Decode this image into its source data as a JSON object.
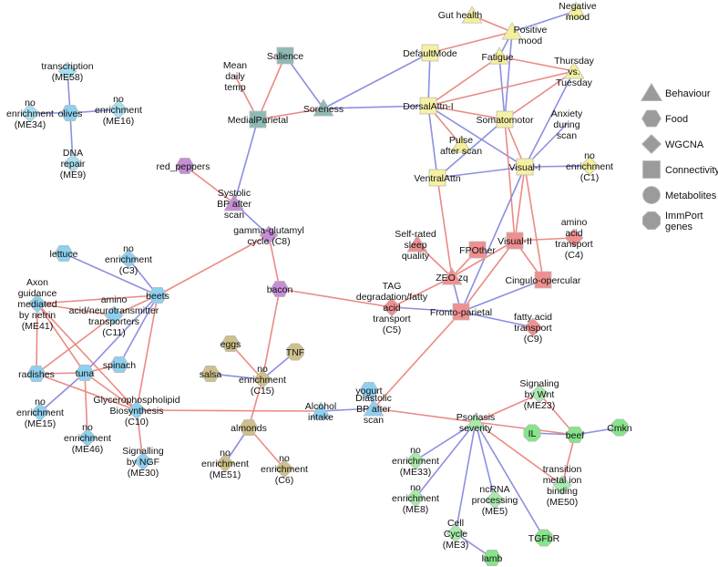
{
  "colors": {
    "positive_edge": "#eb8a84",
    "negative_edge": "#8c8fe0",
    "behaviour": "#f3ef9c",
    "connectivity": "#f6f0a4",
    "connectivity_blue": "#8fb9b5",
    "connectivity_red": "#ef8f8f",
    "food_purple": "#c58ed6",
    "food_blue": "#8ed0ef",
    "food_tan": "#cdc08a",
    "food_green": "#86e48a",
    "wgcna_blue": "#a9dff0",
    "wgcna_green": "#a9e9ac",
    "legend_grey": "#9b9b9b"
  },
  "legend": [
    {
      "shape": "triangle",
      "label": "Behaviour"
    },
    {
      "shape": "hexagon",
      "label": "Food"
    },
    {
      "shape": "diamond",
      "label": "WGCNA"
    },
    {
      "shape": "square",
      "label": "Connectivity"
    },
    {
      "shape": "circle",
      "label": "Metabolites"
    },
    {
      "shape": "octagon",
      "label": "ImmPort\ngenes"
    }
  ],
  "nodes": [
    {
      "id": "gut",
      "shape": "triangle",
      "color": "behaviour",
      "label": "Gut health"
    },
    {
      "id": "negmood",
      "shape": "triangle",
      "color": "behaviour",
      "label": "Negative\nmood"
    },
    {
      "id": "posmood",
      "shape": "triangle",
      "color": "behaviour",
      "label": "Positive\nmood"
    },
    {
      "id": "defaultmode",
      "shape": "square",
      "color": "connectivity",
      "label": "DefaultMode"
    },
    {
      "id": "fatigue",
      "shape": "triangle",
      "color": "behaviour",
      "label": "Fatigue"
    },
    {
      "id": "thursday",
      "shape": "triangle",
      "color": "behaviour",
      "label": "Thursday\nvs.\nTuesday"
    },
    {
      "id": "salience",
      "shape": "square",
      "color": "connectivity_blue",
      "label": "Salience"
    },
    {
      "id": "meandaily",
      "shape": "none",
      "color": "behaviour",
      "label": "Mean\ndaily\ntemp"
    },
    {
      "id": "medialparietal",
      "shape": "square",
      "color": "connectivity_blue",
      "label": "MedialParietal"
    },
    {
      "id": "soreness",
      "shape": "triangle",
      "color": "connectivity_blue",
      "label": "Soreness"
    },
    {
      "id": "dorsalattn",
      "shape": "square",
      "color": "connectivity",
      "label": "DorsalAttn-I"
    },
    {
      "id": "somatomotor",
      "shape": "square",
      "color": "connectivity",
      "label": "Somatomotor"
    },
    {
      "id": "anxiety",
      "shape": "none",
      "color": "behaviour",
      "label": "Anxiety\nduring\nscan"
    },
    {
      "id": "pulse",
      "shape": "triangle",
      "color": "behaviour",
      "label": "Pulse\nafter scan"
    },
    {
      "id": "ventralattn",
      "shape": "square",
      "color": "connectivity",
      "label": "VentralAttn"
    },
    {
      "id": "visuali",
      "shape": "square",
      "color": "connectivity",
      "label": "Visual-I"
    },
    {
      "id": "noenrC1",
      "shape": "diamond",
      "color": "behaviour",
      "label": "no\nenrichment\n(C1)"
    },
    {
      "id": "transcription",
      "shape": "diamond",
      "color": "wgcna_blue",
      "label": "transcription\n(ME58)"
    },
    {
      "id": "olives",
      "shape": "hexagon",
      "color": "food_blue",
      "label": "olives"
    },
    {
      "id": "noenrME34",
      "shape": "diamond",
      "color": "wgcna_blue",
      "label": "no\nenrichment\n(ME34)"
    },
    {
      "id": "noenrME16",
      "shape": "diamond",
      "color": "wgcna_blue",
      "label": "no\nenrichment\n(ME16)"
    },
    {
      "id": "dnarepair",
      "shape": "diamond",
      "color": "wgcna_blue",
      "label": "DNA\nrepair\n(ME9)"
    },
    {
      "id": "redpeppers",
      "shape": "hexagon",
      "color": "food_purple",
      "label": "red_peppers"
    },
    {
      "id": "systolic",
      "shape": "triangle",
      "color": "food_purple",
      "label": "Systolic\nBP after\nscan"
    },
    {
      "id": "gammaglut",
      "shape": "diamond",
      "color": "food_purple",
      "label": "gamma-glutamyl\ncycle (C8)"
    },
    {
      "id": "selfrated",
      "shape": "triangle",
      "color": "connectivity_red",
      "label": "Self-rated\nsleep\nquality"
    },
    {
      "id": "fpother",
      "shape": "square",
      "color": "connectivity_red",
      "label": "FPOther"
    },
    {
      "id": "visualii",
      "shape": "square",
      "color": "connectivity_red",
      "label": "Visual-II"
    },
    {
      "id": "aminoC4",
      "shape": "diamond",
      "color": "connectivity_red",
      "label": "amino\nacid\ntransport\n(C4)"
    },
    {
      "id": "zeo",
      "shape": "triangle",
      "color": "connectivity_red",
      "label": "ZEO zq"
    },
    {
      "id": "cingulo",
      "shape": "square",
      "color": "connectivity_red",
      "label": "Cingulo-opercular"
    },
    {
      "id": "lettuce",
      "shape": "hexagon",
      "color": "food_blue",
      "label": "lettuce"
    },
    {
      "id": "noenrC3",
      "shape": "diamond",
      "color": "food_blue",
      "label": "no\nenrichment\n(C3)"
    },
    {
      "id": "beets",
      "shape": "hexagon",
      "color": "food_blue",
      "label": "beets"
    },
    {
      "id": "axon",
      "shape": "diamond",
      "color": "food_blue",
      "label": "Axon\nguidance\nmediated\nby netrin\n(ME41)"
    },
    {
      "id": "aminoC11",
      "shape": "diamond",
      "color": "food_blue",
      "label": "amino\nacid/neurotransmitter\ntransporters\n(C11)"
    },
    {
      "id": "bacon",
      "shape": "hexagon",
      "color": "food_purple",
      "label": "bacon"
    },
    {
      "id": "tag",
      "shape": "diamond",
      "color": "connectivity_red",
      "label": "TAG\ndegradation/fatty\nacid\ntransport\n(C5)"
    },
    {
      "id": "frontoparietal",
      "shape": "square",
      "color": "connectivity_red",
      "label": "Fronto-parietal"
    },
    {
      "id": "fattyC9",
      "shape": "diamond",
      "color": "connectivity_red",
      "label": "fatty acid\ntransport\n(C9)"
    },
    {
      "id": "eggs",
      "shape": "hexagon",
      "color": "food_tan",
      "label": "eggs"
    },
    {
      "id": "tnf",
      "shape": "octagon",
      "color": "food_tan",
      "label": "TNF"
    },
    {
      "id": "salsa",
      "shape": "hexagon",
      "color": "food_tan",
      "label": "salsa"
    },
    {
      "id": "noenrC15",
      "shape": "diamond",
      "color": "food_tan",
      "label": "no\nenrichment\n(C15)"
    },
    {
      "id": "spinach",
      "shape": "hexagon",
      "color": "food_blue",
      "label": "spinach"
    },
    {
      "id": "radishes",
      "shape": "hexagon",
      "color": "food_blue",
      "label": "radishes"
    },
    {
      "id": "tuna",
      "shape": "hexagon",
      "color": "food_blue",
      "label": "tuna"
    },
    {
      "id": "yogurt",
      "shape": "hexagon",
      "color": "food_blue",
      "label": "yogurt"
    },
    {
      "id": "noenrME15",
      "shape": "diamond",
      "color": "food_blue",
      "label": "no\nenrichment\n(ME15)"
    },
    {
      "id": "glycero",
      "shape": "diamond",
      "color": "food_blue",
      "label": "Glycerophospholipid\nBiosynthesis\n(C10)"
    },
    {
      "id": "alcohol",
      "shape": "triangle",
      "color": "food_blue",
      "label": "Alcohol\nintake"
    },
    {
      "id": "diastolic",
      "shape": "triangle",
      "color": "food_blue",
      "label": "Diastolic\nBP after\nscan"
    },
    {
      "id": "noenrME46",
      "shape": "diamond",
      "color": "food_blue",
      "label": "no\nenrichment\n(ME46)"
    },
    {
      "id": "almonds",
      "shape": "hexagon",
      "color": "food_tan",
      "label": "almonds"
    },
    {
      "id": "signalNGF",
      "shape": "diamond",
      "color": "food_blue",
      "label": "Signalling\nby NGF\n(ME30)"
    },
    {
      "id": "noenrME51",
      "shape": "diamond",
      "color": "food_tan",
      "label": "no\nenrichment\n(ME51)"
    },
    {
      "id": "noenrC6",
      "shape": "diamond",
      "color": "food_tan",
      "label": "no\nenrichment\n(C6)"
    },
    {
      "id": "wnt",
      "shape": "diamond",
      "color": "wgcna_green",
      "label": "Signaling\nby Wnt\n(ME23)"
    },
    {
      "id": "psoriasis",
      "shape": "triangle",
      "color": "wgcna_green",
      "label": "Psoriasis\nseverity"
    },
    {
      "id": "il",
      "shape": "octagon",
      "color": "food_green",
      "label": "IL"
    },
    {
      "id": "beef",
      "shape": "hexagon",
      "color": "food_green",
      "label": "beef"
    },
    {
      "id": "cmkn",
      "shape": "octagon",
      "color": "food_green",
      "label": "Cmkn"
    },
    {
      "id": "noenrME33",
      "shape": "diamond",
      "color": "wgcna_green",
      "label": "no\nenrichment\n(ME33)"
    },
    {
      "id": "transition",
      "shape": "diamond",
      "color": "wgcna_green",
      "label": "transition\nmetal ion\nbinding\n(ME50)"
    },
    {
      "id": "noenrME8",
      "shape": "diamond",
      "color": "wgcna_green",
      "label": "no\nenrichment\n(ME8)"
    },
    {
      "id": "ncrna",
      "shape": "diamond",
      "color": "wgcna_green",
      "label": "ncRNA\nprocessing\n(ME5)"
    },
    {
      "id": "cellcycle",
      "shape": "diamond",
      "color": "wgcna_green",
      "label": "Cell\nCycle\n(ME3)"
    },
    {
      "id": "tgfbr",
      "shape": "octagon",
      "color": "food_green",
      "label": "TGFbR"
    },
    {
      "id": "lamb",
      "shape": "hexagon",
      "color": "food_green",
      "label": "lamb"
    }
  ],
  "edges": [
    {
      "a": "gut",
      "b": "posmood",
      "sign": "pos"
    },
    {
      "a": "negmood",
      "b": "posmood",
      "sign": "neg"
    },
    {
      "a": "posmood",
      "b": "defaultmode",
      "sign": "pos"
    },
    {
      "a": "posmood",
      "b": "fatigue",
      "sign": "neg"
    },
    {
      "a": "posmood",
      "b": "somatomotor",
      "sign": "neg"
    },
    {
      "a": "defaultmode",
      "b": "dorsalattn",
      "sign": "neg"
    },
    {
      "a": "defaultmode",
      "b": "soreness",
      "sign": "neg"
    },
    {
      "a": "fatigue",
      "b": "dorsalattn",
      "sign": "pos"
    },
    {
      "a": "fatigue",
      "b": "somatomotor",
      "sign": "neg"
    },
    {
      "a": "fatigue",
      "b": "thursday",
      "sign": "pos"
    },
    {
      "a": "thursday",
      "b": "dorsalattn",
      "sign": "pos"
    },
    {
      "a": "thursday",
      "b": "somatomotor",
      "sign": "pos"
    },
    {
      "a": "thursday",
      "b": "visuali",
      "sign": "neg"
    },
    {
      "a": "salience",
      "b": "medialparietal",
      "sign": "pos"
    },
    {
      "a": "salience",
      "b": "soreness",
      "sign": "neg"
    },
    {
      "a": "meandaily",
      "b": "medialparietal",
      "sign": "pos"
    },
    {
      "a": "medialparietal",
      "b": "soreness",
      "sign": "pos"
    },
    {
      "a": "medialparietal",
      "b": "systolic",
      "sign": "neg"
    },
    {
      "a": "soreness",
      "b": "dorsalattn",
      "sign": "neg"
    },
    {
      "a": "dorsalattn",
      "b": "somatomotor",
      "sign": "pos"
    },
    {
      "a": "dorsalattn",
      "b": "pulse",
      "sign": "pos"
    },
    {
      "a": "dorsalattn",
      "b": "ventralattn",
      "sign": "neg"
    },
    {
      "a": "dorsalattn",
      "b": "visuali",
      "sign": "neg"
    },
    {
      "a": "somatomotor",
      "b": "visuali",
      "sign": "pos"
    },
    {
      "a": "somatomotor",
      "b": "visualii",
      "sign": "pos"
    },
    {
      "a": "somatomotor",
      "b": "ventralattn",
      "sign": "neg"
    },
    {
      "a": "anxiety",
      "b": "visuali",
      "sign": "neg"
    },
    {
      "a": "ventralattn",
      "b": "visuali",
      "sign": "neg"
    },
    {
      "a": "ventralattn",
      "b": "zeo",
      "sign": "pos"
    },
    {
      "a": "visuali",
      "b": "noenrC1",
      "sign": "neg"
    },
    {
      "a": "visuali",
      "b": "visualii",
      "sign": "pos"
    },
    {
      "a": "visuali",
      "b": "cingulo",
      "sign": "pos"
    },
    {
      "a": "visuali",
      "b": "frontoparietal",
      "sign": "neg"
    },
    {
      "a": "transcription",
      "b": "olives",
      "sign": "neg"
    },
    {
      "a": "noenrME34",
      "b": "olives",
      "sign": "neg"
    },
    {
      "a": "noenrME16",
      "b": "olives",
      "sign": "neg"
    },
    {
      "a": "dnarepair",
      "b": "olives",
      "sign": "neg"
    },
    {
      "a": "redpeppers",
      "b": "systolic",
      "sign": "pos"
    },
    {
      "a": "systolic",
      "b": "gammaglut",
      "sign": "neg"
    },
    {
      "a": "gammaglut",
      "b": "beets",
      "sign": "pos"
    },
    {
      "a": "gammaglut",
      "b": "bacon",
      "sign": "pos"
    },
    {
      "a": "selfrated",
      "b": "zeo",
      "sign": "pos"
    },
    {
      "a": "fpother",
      "b": "zeo",
      "sign": "pos"
    },
    {
      "a": "visualii",
      "b": "aminoC4",
      "sign": "pos"
    },
    {
      "a": "visualii",
      "b": "cingulo",
      "sign": "pos"
    },
    {
      "a": "visualii",
      "b": "frontoparietal",
      "sign": "pos"
    },
    {
      "a": "visualii",
      "b": "zeo",
      "sign": "pos"
    },
    {
      "a": "zeo",
      "b": "tag",
      "sign": "pos"
    },
    {
      "a": "zeo",
      "b": "frontoparietal",
      "sign": "neg"
    },
    {
      "a": "cingulo",
      "b": "frontoparietal",
      "sign": "neg"
    },
    {
      "a": "lettuce",
      "b": "beets",
      "sign": "neg"
    },
    {
      "a": "noenrC3",
      "b": "beets",
      "sign": "neg"
    },
    {
      "a": "axon",
      "b": "beets",
      "sign": "pos"
    },
    {
      "a": "axon",
      "b": "aminoC11",
      "sign": "pos"
    },
    {
      "a": "axon",
      "b": "radishes",
      "sign": "pos"
    },
    {
      "a": "axon",
      "b": "tuna",
      "sign": "pos"
    },
    {
      "a": "axon",
      "b": "glycero",
      "sign": "pos"
    },
    {
      "a": "aminoC11",
      "b": "beets",
      "sign": "pos"
    },
    {
      "a": "aminoC11",
      "b": "radishes",
      "sign": "pos"
    },
    {
      "a": "beets",
      "b": "tuna",
      "sign": "neg"
    },
    {
      "a": "beets",
      "b": "spinach",
      "sign": "neg"
    },
    {
      "a": "beets",
      "b": "glycero",
      "sign": "pos"
    },
    {
      "a": "bacon",
      "b": "tag",
      "sign": "pos"
    },
    {
      "a": "bacon",
      "b": "noenrC15",
      "sign": "pos"
    },
    {
      "a": "tag",
      "b": "frontoparietal",
      "sign": "neg"
    },
    {
      "a": "frontoparietal",
      "b": "fattyC9",
      "sign": "neg"
    },
    {
      "a": "frontoparietal",
      "b": "diastolic",
      "sign": "pos"
    },
    {
      "a": "eggs",
      "b": "noenrC15",
      "sign": "pos"
    },
    {
      "a": "tnf",
      "b": "noenrC15",
      "sign": "neg"
    },
    {
      "a": "salsa",
      "b": "noenrC15",
      "sign": "neg"
    },
    {
      "a": "noenrC15",
      "b": "almonds",
      "sign": "pos"
    },
    {
      "a": "spinach",
      "b": "tuna",
      "sign": "pos"
    },
    {
      "a": "radishes",
      "b": "tuna",
      "sign": "pos"
    },
    {
      "a": "radishes",
      "b": "glycero",
      "sign": "pos"
    },
    {
      "a": "tuna",
      "b": "noenrME15",
      "sign": "neg"
    },
    {
      "a": "tuna",
      "b": "noenrME46",
      "sign": "pos"
    },
    {
      "a": "tuna",
      "b": "glycero",
      "sign": "pos"
    },
    {
      "a": "glycero",
      "b": "signalNGF",
      "sign": "pos"
    },
    {
      "a": "glycero",
      "b": "alcohol",
      "sign": "pos"
    },
    {
      "a": "alcohol",
      "b": "diastolic",
      "sign": "neg"
    },
    {
      "a": "yogurt",
      "b": "diastolic",
      "sign": "neg"
    },
    {
      "a": "diastolic",
      "b": "psoriasis",
      "sign": "pos"
    },
    {
      "a": "almonds",
      "b": "noenrME51",
      "sign": "neg"
    },
    {
      "a": "almonds",
      "b": "noenrC6",
      "sign": "pos"
    },
    {
      "a": "wnt",
      "b": "psoriasis",
      "sign": "pos"
    },
    {
      "a": "psoriasis",
      "b": "beef",
      "sign": "pos"
    },
    {
      "a": "psoriasis",
      "b": "noenrME33",
      "sign": "neg"
    },
    {
      "a": "psoriasis",
      "b": "transition",
      "sign": "pos"
    },
    {
      "a": "psoriasis",
      "b": "noenrME8",
      "sign": "neg"
    },
    {
      "a": "psoriasis",
      "b": "ncrna",
      "sign": "neg"
    },
    {
      "a": "psoriasis",
      "b": "cellcycle",
      "sign": "neg"
    },
    {
      "a": "psoriasis",
      "b": "tgfbr",
      "sign": "neg"
    },
    {
      "a": "wnt",
      "b": "beef",
      "sign": "pos"
    },
    {
      "a": "il",
      "b": "beef",
      "sign": "neg"
    },
    {
      "a": "cmkn",
      "b": "beef",
      "sign": "neg"
    },
    {
      "a": "beef",
      "b": "transition",
      "sign": "pos"
    },
    {
      "a": "cellcycle",
      "b": "lamb",
      "sign": "neg"
    }
  ]
}
